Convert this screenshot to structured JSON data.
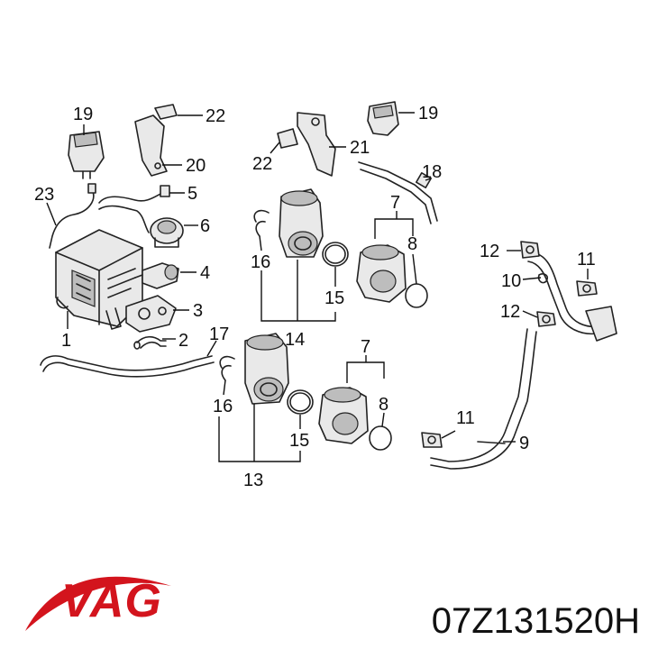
{
  "brand": {
    "logo_text": "VAG",
    "logo_color": "#d3141d"
  },
  "part_number": "07Z131520H",
  "callouts": [
    {
      "id": "c1",
      "text": "1"
    },
    {
      "id": "c2",
      "text": "2"
    },
    {
      "id": "c3",
      "text": "3"
    },
    {
      "id": "c4",
      "text": "4"
    },
    {
      "id": "c5",
      "text": "5"
    },
    {
      "id": "c6",
      "text": "6"
    },
    {
      "id": "c7a",
      "text": "7"
    },
    {
      "id": "c7b",
      "text": "7"
    },
    {
      "id": "c8a",
      "text": "8"
    },
    {
      "id": "c8b",
      "text": "8"
    },
    {
      "id": "c9",
      "text": "9"
    },
    {
      "id": "c10",
      "text": "10"
    },
    {
      "id": "c11a",
      "text": "11"
    },
    {
      "id": "c11b",
      "text": "11"
    },
    {
      "id": "c12a",
      "text": "12"
    },
    {
      "id": "c12b",
      "text": "12"
    },
    {
      "id": "c13",
      "text": "13"
    },
    {
      "id": "c14",
      "text": "14"
    },
    {
      "id": "c15a",
      "text": "15"
    },
    {
      "id": "c15b",
      "text": "15"
    },
    {
      "id": "c16a",
      "text": "16"
    },
    {
      "id": "c16b",
      "text": "16"
    },
    {
      "id": "c17",
      "text": "17"
    },
    {
      "id": "c18",
      "text": "18"
    },
    {
      "id": "c19a",
      "text": "19"
    },
    {
      "id": "c19b",
      "text": "19"
    },
    {
      "id": "c20",
      "text": "20"
    },
    {
      "id": "c21",
      "text": "21"
    },
    {
      "id": "c22a",
      "text": "22"
    },
    {
      "id": "c22b",
      "text": "22"
    },
    {
      "id": "c23",
      "text": "23"
    }
  ]
}
